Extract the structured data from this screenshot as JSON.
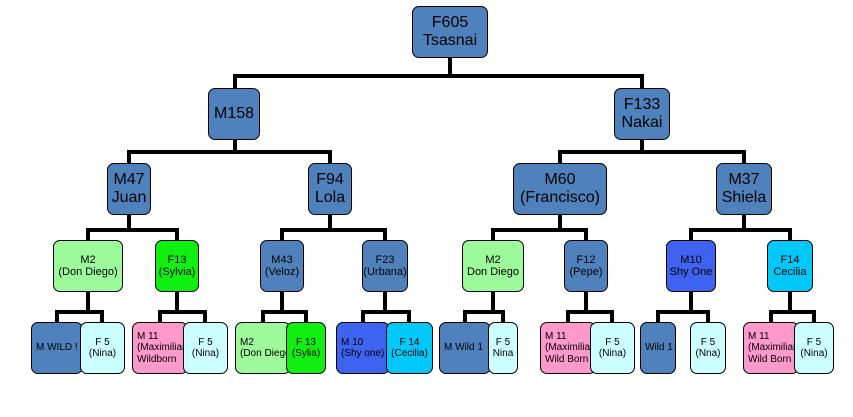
{
  "colors": {
    "steel": "#4f81bd",
    "royal": "#3d63f0",
    "cyan": "#00c8f8",
    "light_green": "#9cfa9a",
    "green": "#10f010",
    "pink": "#ff99cc",
    "pale_cyan": "#ccffff",
    "line": "#000000"
  },
  "nodes": {
    "root": [
      "F605",
      "Tsasnai"
    ],
    "m158": [
      "M158",
      ""
    ],
    "f133": [
      "F133",
      "Nakai"
    ],
    "m47": [
      "M47",
      "Juan"
    ],
    "f94": [
      "F94",
      "Lola"
    ],
    "m60": [
      "M60",
      "(Francisco)"
    ],
    "m37": [
      "M37",
      "Shiela"
    ],
    "m2a": [
      "M2",
      "(Don Diego)"
    ],
    "f13a": [
      "F13",
      "(Sylvia)"
    ],
    "m43": [
      "M43",
      "(Veloz)"
    ],
    "f23": [
      "F23",
      "(Urbana)"
    ],
    "m2b": [
      "M2",
      "Don Diego"
    ],
    "f12": [
      "F12",
      "(Pepe)"
    ],
    "m10a": [
      "M10",
      "Shy One"
    ],
    "f14a": [
      "F14",
      "Cecilia"
    ],
    "l1": [
      "M WILD !",
      ""
    ],
    "l2": [
      "F 5",
      "(Nina)"
    ],
    "l3": [
      "M 11",
      "(Maximilian",
      "Wildborn"
    ],
    "l4": [
      "F 5",
      "(Nina)"
    ],
    "l5": [
      "M2",
      "(Don Diego"
    ],
    "l6": [
      "F 13",
      "(Sylia)"
    ],
    "l7": [
      "M 10",
      "(Shy one)"
    ],
    "l8": [
      "F 14",
      "(Cecilia)"
    ],
    "l9": [
      "M Wild 1",
      ""
    ],
    "l10": [
      "F 5",
      "Nina"
    ],
    "l11": [
      "M 11",
      "(Maximilian",
      "Wild Born"
    ],
    "l12": [
      "F 5",
      "(Nina)"
    ],
    "l13": [
      "Wild 1",
      ""
    ],
    "l14": [
      "F 5",
      "(Nna)"
    ],
    "l15": [
      "M 11",
      "(Maximilian",
      "Wild Born"
    ],
    "l16": [
      "F 5",
      "(Nina)"
    ]
  }
}
